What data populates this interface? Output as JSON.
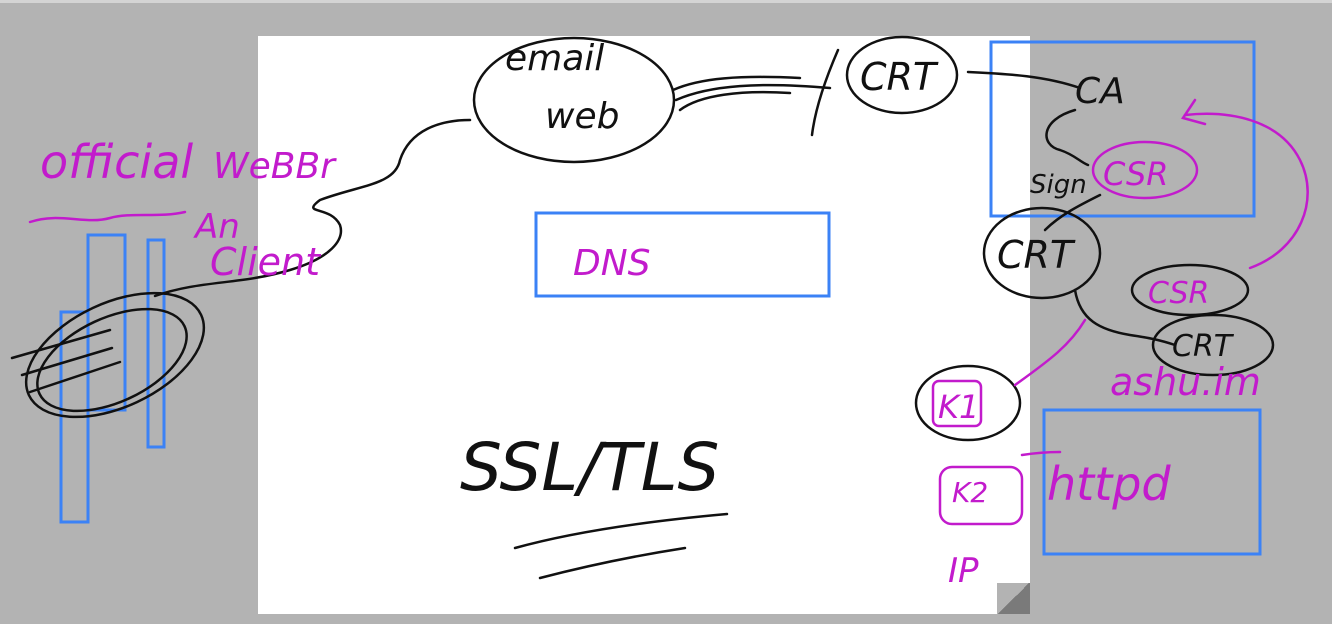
{
  "canvas": {
    "background": "#b3b3b3",
    "page_color": "#ffffff"
  },
  "ink": {
    "black": "#111111",
    "magenta": "#c21bcc",
    "blue": "#3b82f6"
  },
  "labels": {
    "official": "official",
    "webbr": "WeBBr",
    "an": "An",
    "client": "Client",
    "email": "email",
    "web": "web",
    "crt_top": "CRT",
    "ca": "CA",
    "sign": "Sign",
    "csr": "CSR",
    "crt_mid": "CRT",
    "dns": "DNS",
    "ssl_tls": "SSL/TLS",
    "csr_right": "CSR",
    "crt_right": "CRT",
    "ashu_im": "ashu.im",
    "k1": "K1",
    "k2": "K2",
    "httpd": "httpd",
    "ip": "IP"
  }
}
